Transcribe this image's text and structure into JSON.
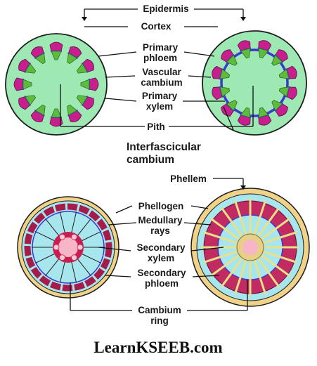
{
  "diagram": {
    "top_labels": {
      "epidermis": "Epidermis",
      "cortex": "Cortex",
      "primary_phloem": [
        "Primary",
        "phloem"
      ],
      "vascular_cambium": [
        "Vascular",
        "cambium"
      ],
      "primary_xylem": [
        "Primary",
        "xylem"
      ],
      "pith": "Pith",
      "interfascicular_cambium": [
        "Interfascicular",
        "cambium"
      ]
    },
    "bottom_labels": {
      "phellem": "Phellem",
      "phellogen": "Phellogen",
      "medullary_rays": [
        "Medullary",
        "rays"
      ],
      "secondary_xylem": [
        "Secondary",
        "xylem"
      ],
      "secondary_phloem": [
        "Secondary",
        "phloem"
      ],
      "cambium_ring": [
        "Cambium",
        "ring"
      ]
    },
    "watermark": "LearnKSEEB.com",
    "colors": {
      "ground": "#9ee8b4",
      "ground_inner": "#b8f3c8",
      "outline": "#1e1e1e",
      "xylem_green": "#5dbb3d",
      "phloem_magenta": "#c81e8e",
      "cambium_blue": "#3a3ad0",
      "bark": "#f0d389",
      "phloem_red": "#a51b4a",
      "xylem_cyan": "#a8e6ee",
      "pith_pink": "#f6b6c8",
      "rays": "#e8e08a"
    }
  }
}
